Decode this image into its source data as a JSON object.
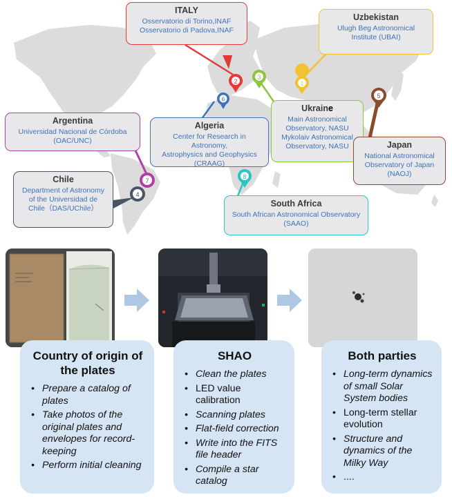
{
  "map": {
    "callouts": [
      {
        "id": "italy",
        "country": "ITALY",
        "institutions": "Osservatorio di Torino,INAF\nOsservatorio di Padova,INAF",
        "color": "#e53935"
      },
      {
        "id": "uzbekistan",
        "country": "Uzbekistan",
        "institutions": "Ulugh Beg Astronomical\nInstitute (UBAI)",
        "color": "#f2c230"
      },
      {
        "id": "ukraine",
        "country_main": "Ukrain",
        "country_end": "e",
        "institutions": "Main Astronomical\nObservatory, NASU\nMykolaiv Astronomical\nObservatory, NASU",
        "color": "#8cc63f"
      },
      {
        "id": "argentina",
        "country": "Argentina",
        "institutions": "Universidad Nacional de Córdoba\n(OAC/UNC)",
        "color": "#b23fa5"
      },
      {
        "id": "algeria",
        "country": "Algeria",
        "institutions": "Center for Research in Astronomy,\nAstrophysics and Geophysics\n(CRAAG)",
        "color": "#3f72b8"
      },
      {
        "id": "japan",
        "country": "Japan",
        "institutions": "National Astronomical\nObservatory of Japan\n(NAOJ)",
        "color": "#8b4a2b"
      },
      {
        "id": "chile",
        "country": "Chile",
        "institutions": "Department of Astronomy\nof the Universidad de\nChile（DAS/UChile）",
        "color": "#4a5563"
      },
      {
        "id": "south-africa",
        "country": "South Africa",
        "institutions": "South African Astronomical Observatory\n(SAAO)",
        "color": "#29c4c4"
      }
    ],
    "pins": [
      {
        "num": "1",
        "color": "#f2c230"
      },
      {
        "num": "2",
        "color": "#e53935"
      },
      {
        "num": "3",
        "color": "#8cc63f"
      },
      {
        "num": "4",
        "color": "#4a5563"
      },
      {
        "num": "5",
        "color": "#8b4a2b"
      },
      {
        "num": "6",
        "color": "#3f72b8"
      },
      {
        "num": "7",
        "color": "#b23fa5"
      },
      {
        "num": "8",
        "color": "#29c4c4"
      }
    ]
  },
  "panels": [
    {
      "title": "Country of origin of the plates",
      "items": [
        {
          "text": "Prepare a catalog of plates",
          "italic": true
        },
        {
          "text": "Take photos of the original plates and envelopes for record-keeping",
          "italic": true
        },
        {
          "text": "Perform initial cleaning",
          "italic": true
        }
      ]
    },
    {
      "title": "SHAO",
      "items": [
        {
          "text": "Clean the plates",
          "italic": true
        },
        {
          "text": "LED value calibration",
          "italic": false
        },
        {
          "text": "Scanning plates",
          "italic": true
        },
        {
          "text": "Flat-field correction",
          "italic": true
        },
        {
          "text": "Write into the FITS file header",
          "italic": true
        },
        {
          "text": "Compile a star catalog",
          "italic": true
        }
      ]
    },
    {
      "title": "Both parties",
      "items": [
        {
          "text": "Long-term dynamics of small Solar System bodies",
          "italic": true
        },
        {
          "text": "Long-term stellar evolution",
          "italic": false
        },
        {
          "text": "Structure and dynamics of the Milky Way",
          "italic": true
        },
        {
          "text": "....",
          "italic": false
        }
      ]
    }
  ]
}
